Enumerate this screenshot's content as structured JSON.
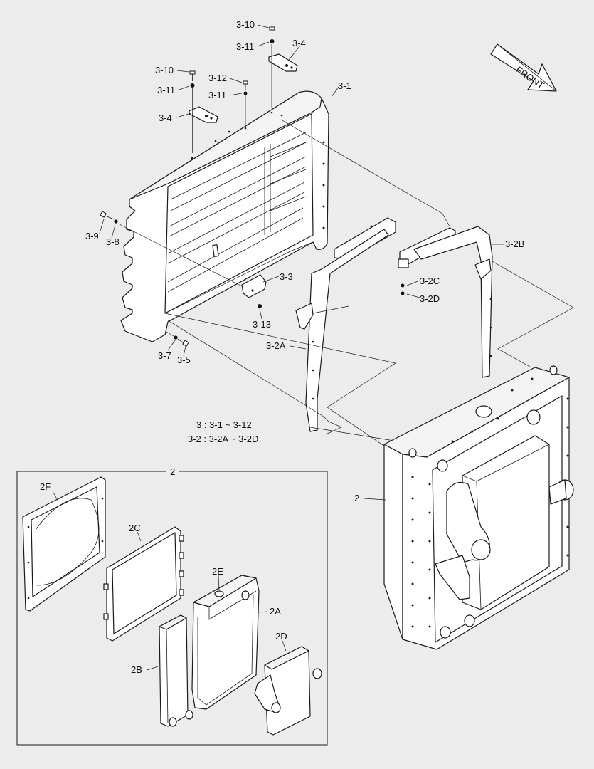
{
  "labels": {
    "l_3_10a": "3-10",
    "l_3_11a": "3-11",
    "l_3_4a": "3-4",
    "l_3_10b": "3-10",
    "l_3_11b": "3-11",
    "l_3_12": "3-12",
    "l_3_11c": "3-11",
    "l_3_4b": "3-4",
    "l_3_1": "3-1",
    "l_3_9": "3-9",
    "l_3_8": "3-8",
    "l_3_3": "3-3",
    "l_3_13": "3-13",
    "l_3_7": "3-7",
    "l_3_5": "3-5",
    "l_3_2b": "3-2B",
    "l_3_2c": "3-2C",
    "l_3_2d": "3-2D",
    "l_3_2a": "3-2A",
    "l_2": "2",
    "l_inset_2": "2",
    "l_2f": "2F",
    "l_2c": "2C",
    "l_2e": "2E",
    "l_2a": "2A",
    "l_2d": "2D",
    "l_2b": "2B"
  },
  "legend": {
    "line1": "3 : 3-1 ~ 3-12",
    "line2": "3-2 : 3-2A ~ 3-2D"
  },
  "front_arrow": {
    "text": "FRONT"
  }
}
